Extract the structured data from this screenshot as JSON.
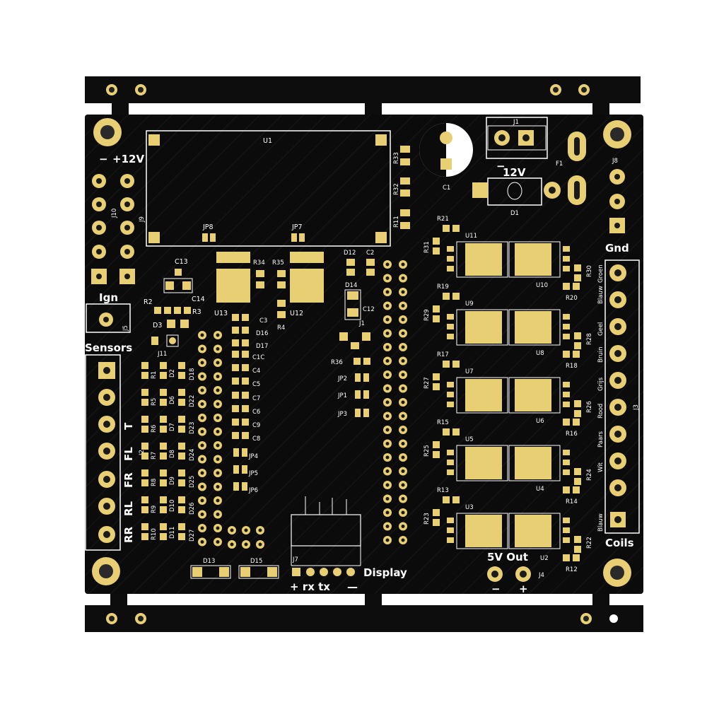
{
  "board": {
    "colors": {
      "background": "#ffffff",
      "soldermask": "#0b0b0b",
      "rail": "#0d0d0d",
      "pad_gold": "#e8cf74",
      "pad_gold_dark": "#c9a94a",
      "silkscreen": "#ffffff",
      "hole": "#1a1a1a"
    },
    "labels": {
      "u1": "U1",
      "minus": "−",
      "plus12v": "+12V",
      "j10": "J10",
      "j9": "J9",
      "ign": "Ign",
      "j5": "J5",
      "sensors": "Sensors",
      "t": "T",
      "fl": "FL",
      "fr": "FR",
      "rl": "RL",
      "rr": "RR",
      "j2": "J2",
      "jp8": "JP8",
      "jp7": "JP7",
      "c13": "C13",
      "c14": "C14",
      "r2": "R2",
      "r3": "R3",
      "d3": "D3",
      "j11": "J11",
      "r34": "R34",
      "r35": "R35",
      "u13": "U13",
      "u12": "U12",
      "r4": "R4",
      "c3": "C3",
      "d16": "D16",
      "d17": "D17",
      "c1c": "C1C",
      "c4": "C4",
      "c5": "C5",
      "c7": "C7",
      "c6": "C6",
      "c9": "C9",
      "c8": "C8",
      "jp4": "JP4",
      "jp5": "JP5",
      "jp6": "JP6",
      "d12": "D12",
      "c2": "C2",
      "d14": "D14",
      "c12": "C12",
      "r36": "R36",
      "jp2": "JP2",
      "jp1": "JP1",
      "jp3": "JP3",
      "d13": "D13",
      "d15": "D15",
      "j7": "J7",
      "display": "Display",
      "rx_tx": "+ rx tx",
      "dash": "—",
      "c1": "C1",
      "j1": "J1",
      "v12": "12V",
      "d1": "D1",
      "f1": "F1",
      "j8": "J8",
      "gnd": "Gnd",
      "j3": "J3",
      "coils": "Coils",
      "v5out": "5V  Out",
      "j4": "J4",
      "u2": "U2",
      "r33": "R33",
      "r32": "R32",
      "r11": "R11"
    },
    "coil_colors": [
      "Blauw",
      "Groen",
      "Geel",
      "Bruin",
      "Grijs",
      "Rood",
      "Paars",
      "Wit",
      "Blauw"
    ],
    "sensor_refs": [
      {
        "r": "R1",
        "d": "D2",
        "dd": "D18"
      },
      {
        "r": "R5",
        "d": "D6",
        "dd": "D22"
      },
      {
        "r": "R6",
        "d": "D7",
        "dd": "D23"
      },
      {
        "r": "R7",
        "d": "D8",
        "dd": "D24"
      },
      {
        "r": "R8",
        "d": "D9",
        "dd": "D25"
      },
      {
        "r": "R9",
        "d": "D10",
        "dd": "D26"
      },
      {
        "r": "R10",
        "d": "D11",
        "dd": "D27"
      }
    ],
    "mosfet_rows": [
      {
        "ul": "U11",
        "ur": "U10",
        "rl": "R31",
        "rt": "R21",
        "rr": "R30",
        "rb": "R20"
      },
      {
        "ul": "U9",
        "ur": "U8",
        "rl": "R29",
        "rt": "R19",
        "rr": "R28",
        "rb": "R18"
      },
      {
        "ul": "U7",
        "ur": "U6",
        "rl": "R27",
        "rt": "R17",
        "rr": "R26",
        "rb": "R16"
      },
      {
        "ul": "U5",
        "ur": "U4",
        "rl": "R25",
        "rt": "R15",
        "rr": "R24",
        "rb": "R14"
      },
      {
        "ul": "U3",
        "ur": "",
        "rl": "R23",
        "rt": "R13",
        "rr": "R22",
        "rb": "R12"
      }
    ]
  }
}
